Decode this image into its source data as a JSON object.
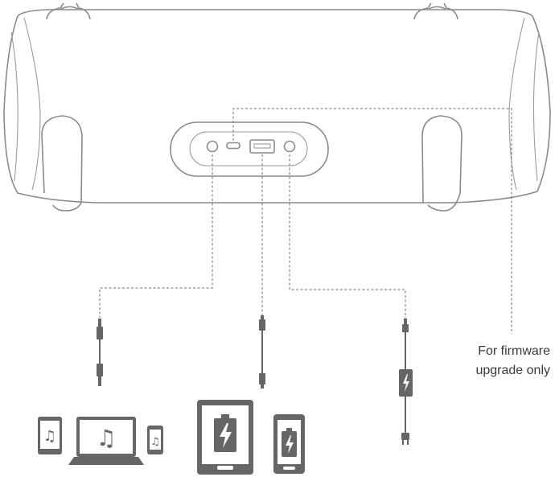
{
  "annotation": {
    "line1": "For firmware",
    "line2": "upgrade only"
  },
  "icons": {
    "speaker": "speaker-body-outline",
    "aux_port": "aux-port-icon",
    "micro_usb_port": "micro-usb-port-icon",
    "usb_port": "usb-port-icon",
    "dc_port": "dc-in-port-icon",
    "aux_cable": "aux-cable-icon",
    "usb_cable": "usb-cable-icon",
    "charger": "charger-plug-icon",
    "music_tablet": "music-tablet-icon",
    "music_laptop": "music-laptop-icon",
    "music_phone": "music-phone-icon",
    "charge_tablet": "charging-tablet-icon",
    "charge_phone": "charging-phone-icon"
  },
  "colors": {
    "device": "#666666",
    "outline": "#8a8a8a"
  }
}
